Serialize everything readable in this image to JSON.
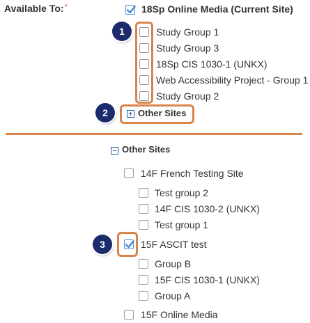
{
  "available_to": {
    "label": "Available To:",
    "required_mark": "*"
  },
  "current_site": {
    "label": "18Sp Online Media (Current Site)",
    "checked": true
  },
  "groups": [
    {
      "label": "Study Group 1",
      "checked": false
    },
    {
      "label": "Study Group 3",
      "checked": false
    },
    {
      "label": "18Sp CIS 1030-1 (UNKX)",
      "checked": false
    },
    {
      "label": "Web Accessibility Project - Group 1",
      "checked": false
    },
    {
      "label": "Study Group 2",
      "checked": false
    }
  ],
  "other_sites_collapsed": {
    "label": "Other Sites",
    "icon": "plus-icon"
  },
  "other_sites_expanded": {
    "label": "Other Sites",
    "icon": "minus-icon"
  },
  "sites": [
    {
      "label": "14F French Testing Site",
      "checked": false,
      "groups": [
        {
          "label": "Test group 2",
          "checked": false
        },
        {
          "label": "14F CIS 1030-2 (UNKX)",
          "checked": false
        },
        {
          "label": "Test group 1",
          "checked": false
        }
      ]
    },
    {
      "label": "15F ASCIT test",
      "checked": true,
      "groups": [
        {
          "label": "Group B",
          "checked": false
        },
        {
          "label": "15F CIS 1030-1 (UNKX)",
          "checked": false
        },
        {
          "label": "Group A",
          "checked": false
        }
      ]
    },
    {
      "label": "15F Online Media",
      "checked": false,
      "groups": []
    }
  ],
  "callouts": [
    "1",
    "2",
    "3"
  ],
  "colors": {
    "highlight": "#d9844a",
    "badge": "#1c2b6b",
    "check": "#4a90d9",
    "link": "#1a57a8"
  }
}
